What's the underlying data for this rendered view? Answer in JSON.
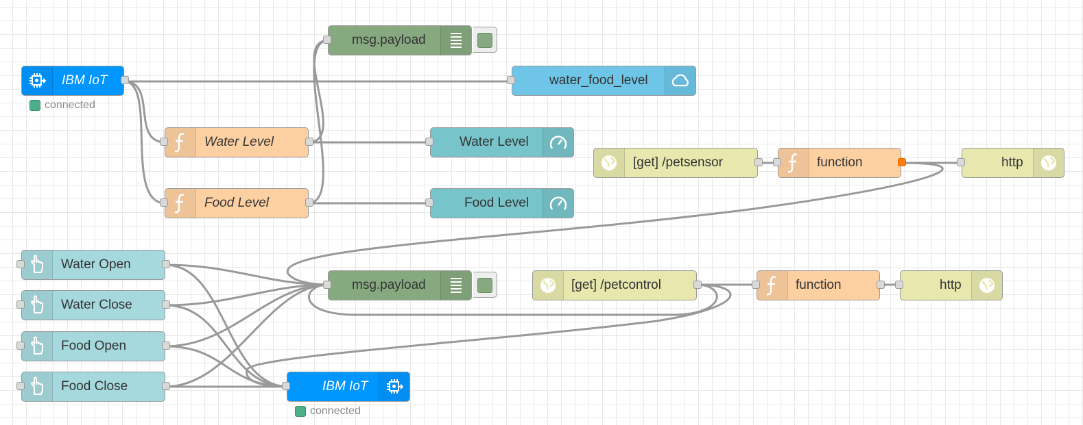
{
  "colors": {
    "ibmiot": "#0096ff",
    "function": "#fdd0a2",
    "function_icon": "#f2c492",
    "debug": "#87a980",
    "dashboard": "#77c4ca",
    "cloud": "#6ec5e7",
    "http": "#e7e7ae",
    "inject": "#a6d9dd",
    "orange_port": "#ff7f0e",
    "status_green": "#4caf8a"
  },
  "nodes": {
    "ibm_iot_in": {
      "label": "IBM IoT",
      "icon": "chip-icon",
      "status": "connected"
    },
    "debug_top": {
      "label": "msg.payload",
      "icon": "list-icon"
    },
    "water_food_level": {
      "label": "water_food_level",
      "icon": "cloud-icon"
    },
    "fn_water_level": {
      "label": "Water Level",
      "icon": "function-icon"
    },
    "fn_food_level": {
      "label": "Food Level",
      "icon": "function-icon"
    },
    "gauge_water": {
      "label": "Water Level",
      "icon": "gauge-icon"
    },
    "gauge_food": {
      "label": "Food Level",
      "icon": "gauge-icon"
    },
    "http_in_petsensor": {
      "label": "[get] /petsensor",
      "icon": "globe-icon"
    },
    "fn_sensor": {
      "label": "function",
      "icon": "function-icon"
    },
    "http_resp_sensor": {
      "label": "http",
      "icon": "globe-icon"
    },
    "inject_water_open": {
      "label": "Water Open",
      "icon": "hand-icon"
    },
    "inject_water_close": {
      "label": "Water Close",
      "icon": "hand-icon"
    },
    "inject_food_open": {
      "label": "Food Open",
      "icon": "hand-icon"
    },
    "inject_food_close": {
      "label": "Food Close",
      "icon": "hand-icon"
    },
    "debug_mid": {
      "label": "msg.payload",
      "icon": "list-icon"
    },
    "http_in_petcontrol": {
      "label": "[get] /petcontrol",
      "icon": "globe-icon"
    },
    "fn_control": {
      "label": "function",
      "icon": "function-icon"
    },
    "http_resp_control": {
      "label": "http",
      "icon": "globe-icon"
    },
    "ibm_iot_out": {
      "label": "IBM IoT",
      "icon": "chip-icon",
      "status": "connected"
    }
  }
}
